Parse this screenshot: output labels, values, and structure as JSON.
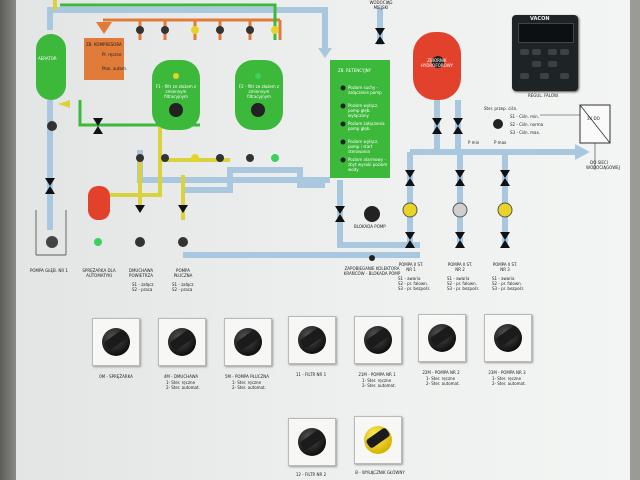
{
  "panel": {
    "colors": {
      "water_pipe": "#a9c8df",
      "yellow_pipe": "#d8d23d",
      "orange_pipe": "#e07b3a",
      "green_tank": "#3cb83a",
      "red_tank": "#e2412c"
    },
    "labels": {
      "aerator": "AERATOR",
      "compressor_tank": "ZB. KOMPRESORA",
      "compressor_tank_1": "Pł. ręczne",
      "compressor_tank_2": "Płuk. autom.",
      "filter1": "F1 - filtr ze złożem z zmiennym filtracyjnym",
      "filter2": "F2 - filtr ze złożem z zmiennym filtracyjnym",
      "retention": "ZB. RETENCYJNY",
      "ret_level1": "Poziom suchy - załączenie pomp",
      "ret_level2": "Poziom wyłącz. pomp głęb. wyłączony",
      "ret_level3": "Poziom załączenia pomp głęb.",
      "ret_level4": "Poziom wyłącz. pomp i start sterowania",
      "ret_level5": "Poziom alarmowy - zbyt wysoki poziom wody",
      "water_supply": "WODOCIĄG MIEJSKI",
      "hydro_tank": "ZBIORNIK HYDROFOROWY",
      "vfd_brand": "VACON",
      "vfd_label": "REGUL. FALOW.",
      "min_pressure": "Ster. przep. ciśn.",
      "pres_sw1": "S1 - Ciśn. min.",
      "pres_sw2": "S2 - Ciśn. norma",
      "pres_sw3": "S3 - Ciśn. max.",
      "control_box": "3V DO",
      "to_network": "DO SIECI WODOCIĄGOWEJ",
      "well_pump": "POMPA GŁĘB. NR 1",
      "compressor": "SPRĘŻARKA DLA AUTOMATYKI",
      "vent1": "DMUCHAWA POWIETRZA",
      "vent2a": "S1 - załącz",
      "vent2b": "S2 - praca",
      "rinse_pump": "POMPA PŁUCZNA",
      "rinse2a": "S1 - załącz",
      "rinse2b": "S2 - praca",
      "interlock": "BLOKADA POMP",
      "protect": "ZAPOBIEGANIE KOLEKTORA KRAŃCÓW - BLOKADA POMP",
      "pump1": "POMPA II ST. NR 1",
      "pump2": "POMPA II ST. NR 2",
      "pump3": "POMPA II ST. NR 3",
      "pump_sub1": "S1 - awaria",
      "pump_sub2": "S2 - pr. falown.",
      "pump_sub3": "S3 - pr. bezpośr.",
      "p_min": "P min",
      "p_max": "P max"
    },
    "switches": [
      {
        "id": "sw1",
        "name": "0M - SPRĘŻARKA",
        "pos": "0 1",
        "notes": []
      },
      {
        "id": "sw2",
        "name": "4M - DMUCHAWA",
        "pos": "0 1 2",
        "notes": [
          "1- Ster. ręczne",
          "2- Ster. automat."
        ]
      },
      {
        "id": "sw3",
        "name": "5M - POMPA PŁUCZNA",
        "pos": "0 1 2",
        "notes": [
          "1- Ster. ręczne",
          "2- Ster. automat."
        ]
      },
      {
        "id": "sw4",
        "name": "11 - FILTR NR 1",
        "pos": "0 1 2",
        "notes": []
      },
      {
        "id": "sw5",
        "name": "21M - POMPA NR 1",
        "pos": "0 1 2",
        "notes": [
          "1- Ster. ręczne",
          "2- Ster. automat."
        ]
      },
      {
        "id": "sw6",
        "name": "22M - POMPA NR 2",
        "pos": "0 1 2",
        "notes": [
          "1- Ster. ręczne",
          "2- Ster. automat."
        ]
      },
      {
        "id": "sw7",
        "name": "23M - POMPA NR 3",
        "pos": "0 1 2",
        "notes": [
          "1- Ster. ręczne",
          "2- Ster. automat."
        ]
      },
      {
        "id": "sw8",
        "name": "12 - FILTR NR 2",
        "pos": "0 1 2",
        "notes": []
      },
      {
        "id": "sw9",
        "name": "B - WYŁĄCZNIK GŁÓWNY",
        "pos": "0 1",
        "notes": []
      }
    ]
  }
}
